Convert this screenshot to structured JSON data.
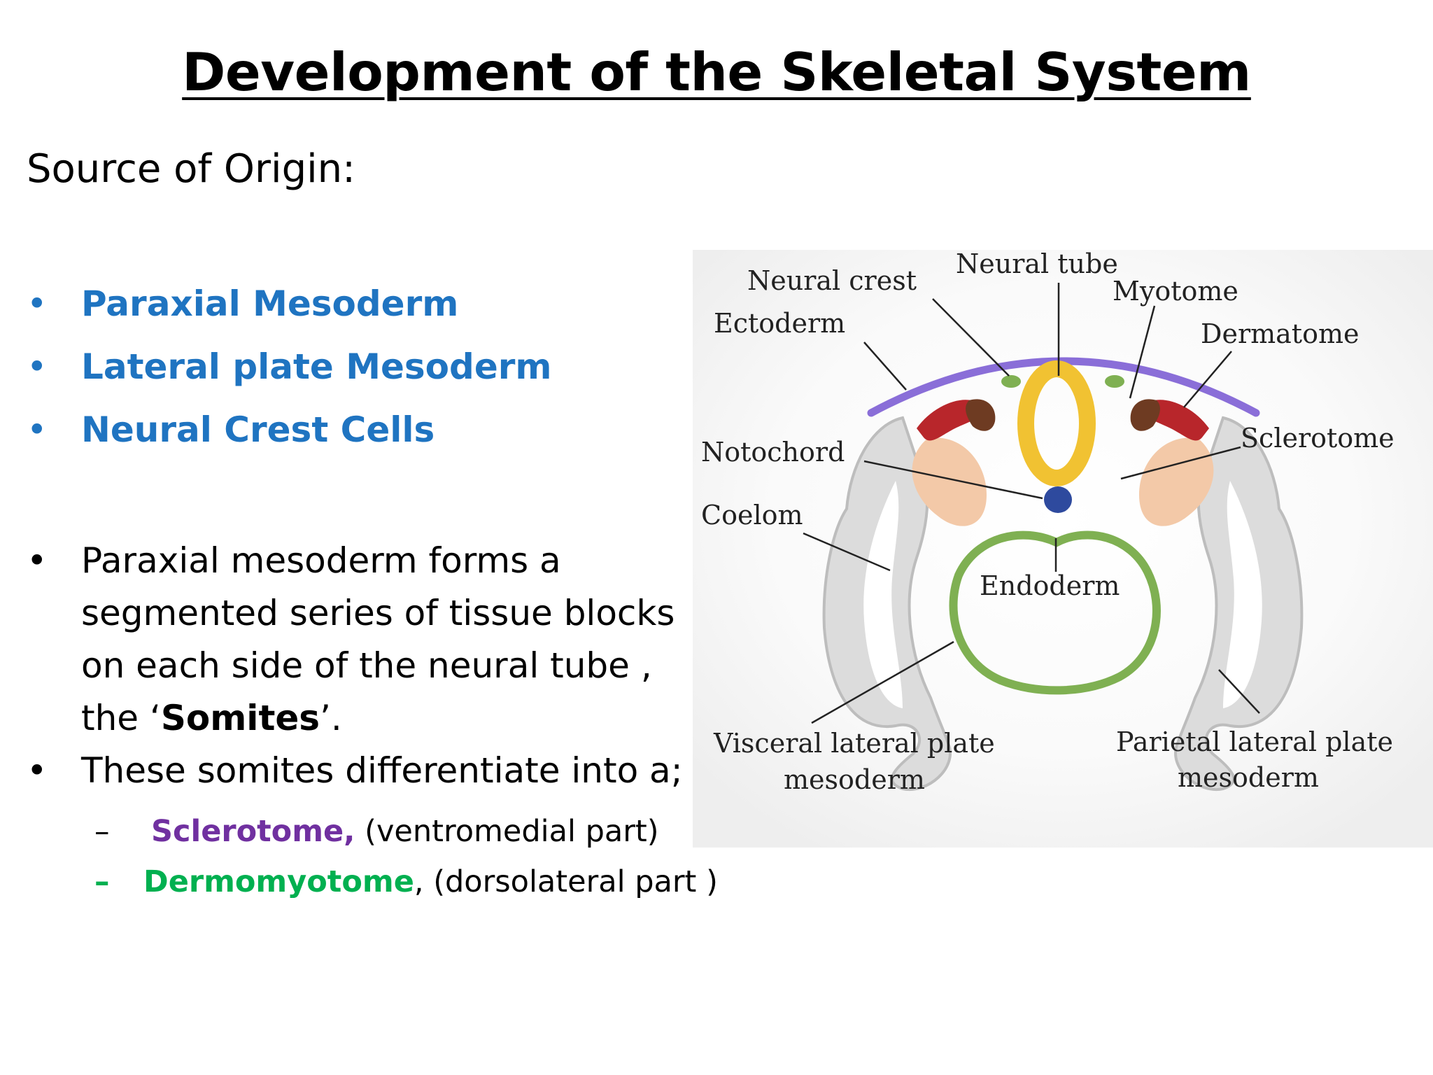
{
  "title": "Development of the Skeletal System",
  "subtitle": "Source of Origin:",
  "origins": [
    "Paraxial Mesoderm",
    "Lateral plate Mesoderm",
    "Neural Crest Cells"
  ],
  "bullet_glyph": "•",
  "dash_glyph": "–",
  "points": {
    "p1_before": "Paraxial mesoderm forms a segmented series of tissue blocks on each side of the neural tube , the ‘",
    "p1_bold": "Somites",
    "p1_after": "’.",
    "p2": "These somites differentiate into a;"
  },
  "subpoints": [
    {
      "term": "Sclerotome,",
      "rest": " (ventromedial part)"
    },
    {
      "term": "Dermomyotome",
      "rest": ", (dorsolateral part )"
    }
  ],
  "colors": {
    "origins": "#1f74c1",
    "sclerotome": "#7030a0",
    "dermomyotome": "#00b050"
  },
  "diagram": {
    "labels": {
      "neural_crest": "Neural crest",
      "neural_tube": "Neural tube",
      "myotome": "Myotome",
      "ectoderm": "Ectoderm",
      "dermatome": "Dermatome",
      "notochord": "Notochord",
      "sclerotome": "Sclerotome",
      "coelom": "Coelom",
      "endoderm": "Endoderm",
      "visceral_1": "Visceral lateral plate",
      "visceral_2": "mesoderm",
      "parietal_1": "Parietal lateral plate",
      "parietal_2": "mesoderm"
    }
  }
}
